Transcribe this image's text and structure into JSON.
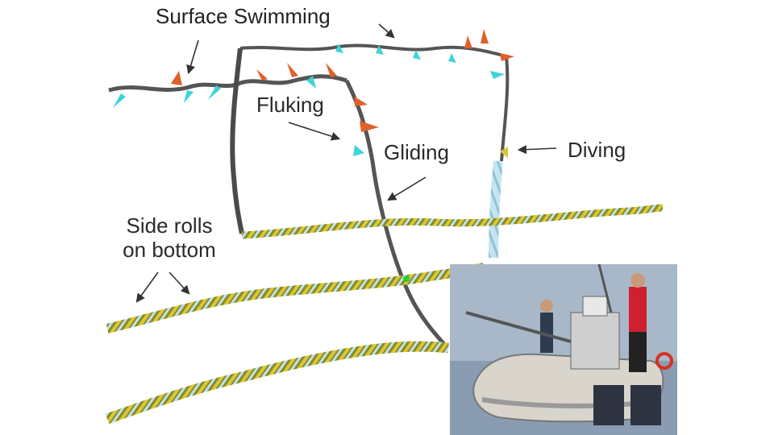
{
  "labels": {
    "surface_swimming": "Surface Swimming",
    "fluking": "Fluking",
    "gliding": "Gliding",
    "diving": "Diving",
    "side_rolls_line1": "Side rolls",
    "side_rolls_line2": "on bottom"
  },
  "colors": {
    "fin_orange": "#e0602a",
    "fin_cyan": "#3fd4d8",
    "ribbon_olive": "#8a8a22",
    "ribbon_yellow": "#d8c83a",
    "ribbon_light_blue": "#bfe2ee",
    "ribbon_dark": "#555555",
    "sea": "#8aa0b8",
    "arrow": "#333333"
  }
}
